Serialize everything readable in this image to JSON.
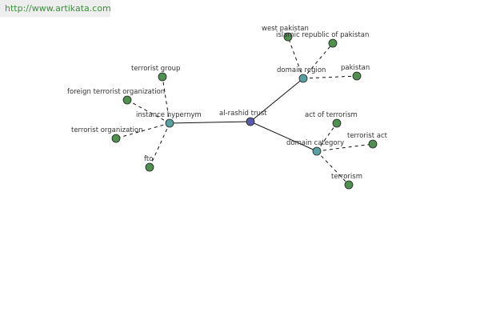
{
  "watermark": "http://www.artikata.com",
  "colors": {
    "root": "#5a5aa8",
    "relation": "#5aa0a0",
    "leaf": "#4f8f4f"
  },
  "nodes": {
    "root": "al-rashid trust",
    "instance_hypernym": "instance hypernym",
    "domain_region": "domain region",
    "domain_category": "domain category",
    "terrorist_group": "terrorist group",
    "foreign_terrorist_organization": "foreign terrorist organization",
    "terrorist_organization": "terrorist organization",
    "fto": "fto",
    "west_pakistan": "west pakistan",
    "islamic_republic": "islamic republic of pakistan",
    "pakistan": "pakistan",
    "act_of_terrorism": "act of terrorism",
    "terrorist_act": "terrorist act",
    "terrorism": "terrorism"
  }
}
